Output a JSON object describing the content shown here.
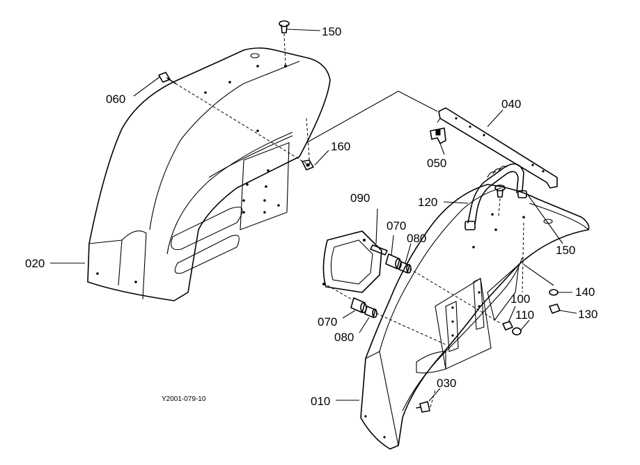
{
  "drawing_code": "Y2001-079-10",
  "callouts": {
    "p010": "010",
    "p020": "020",
    "p030": "030",
    "p040": "040",
    "p050": "050",
    "p060": "060",
    "p070a": "070",
    "p070b": "070",
    "p080a": "080",
    "p080b": "080",
    "p090": "090",
    "p100": "100",
    "p110": "110",
    "p120": "120",
    "p130": "130",
    "p140": "140",
    "p150a": "150",
    "p150b": "150",
    "p160": "160"
  }
}
